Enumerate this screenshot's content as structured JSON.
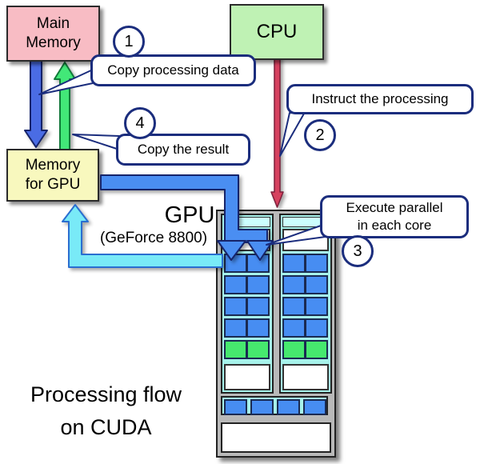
{
  "title": "Processing flow\non CUDA",
  "nodes": {
    "main_memory": {
      "label": "Main\nMemory"
    },
    "cpu": {
      "label": "CPU"
    },
    "gpu_memory": {
      "label": "Memory\nfor GPU"
    },
    "gpu": {
      "label": "GPU",
      "sublabel": "(GeForce 8800)"
    }
  },
  "steps": [
    {
      "number": "1",
      "label": "Copy processing data"
    },
    {
      "number": "2",
      "label": "Instruct the processing"
    },
    {
      "number": "3",
      "label": "Execute parallel\nin each core"
    },
    {
      "number": "4",
      "label": "Copy the result"
    }
  ],
  "colors": {
    "main_memory_fill": "#f8bcc4",
    "cpu_fill": "#bff2b4",
    "gpu_memory_fill": "#f8f8be",
    "gpu_box_fill": "#b9b9b9",
    "block_fill": "#a6f2ea",
    "band_fill": "#ccfefe",
    "core_blue": "#478df2",
    "core_green": "#46e96e",
    "pipe_blue": "#4a8ef2",
    "pipe_cyan": "#79eaf7",
    "arrow_blue": "#4a6ce4",
    "arrow_green": "#42e878",
    "arrow_red": "#d6415f",
    "callout_border": "#1b2d7d"
  }
}
